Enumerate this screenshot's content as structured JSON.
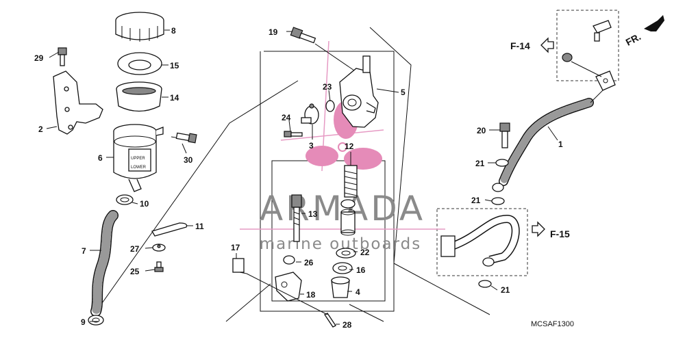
{
  "diagram_code": "MCSAF1300",
  "watermark": {
    "main": "ARMADA",
    "sub": "marine outboards"
  },
  "reservoir_marks": {
    "upper": "UPPER",
    "lower": "LOWER"
  },
  "parts": [
    {
      "num": "1"
    },
    {
      "num": "2"
    },
    {
      "num": "3"
    },
    {
      "num": "4"
    },
    {
      "num": "5"
    },
    {
      "num": "6"
    },
    {
      "num": "7"
    },
    {
      "num": "8"
    },
    {
      "num": "9"
    },
    {
      "num": "10"
    },
    {
      "num": "11"
    },
    {
      "num": "12"
    },
    {
      "num": "13"
    },
    {
      "num": "14"
    },
    {
      "num": "15"
    },
    {
      "num": "16"
    },
    {
      "num": "17"
    },
    {
      "num": "18"
    },
    {
      "num": "19"
    },
    {
      "num": "20"
    },
    {
      "num": "21"
    },
    {
      "num": "21"
    },
    {
      "num": "21"
    },
    {
      "num": "22"
    },
    {
      "num": "23"
    },
    {
      "num": "24"
    },
    {
      "num": "25"
    },
    {
      "num": "26"
    },
    {
      "num": "27"
    },
    {
      "num": "28"
    },
    {
      "num": "29"
    },
    {
      "num": "30"
    }
  ],
  "references": [
    {
      "label": "F-14"
    },
    {
      "label": "F-15"
    },
    {
      "label": "FR."
    }
  ],
  "colors": {
    "line": "#111111",
    "watermark_text": "#8a8a8a",
    "logo_pink": "#e58bb8",
    "logo_line": "#e69ac4"
  }
}
